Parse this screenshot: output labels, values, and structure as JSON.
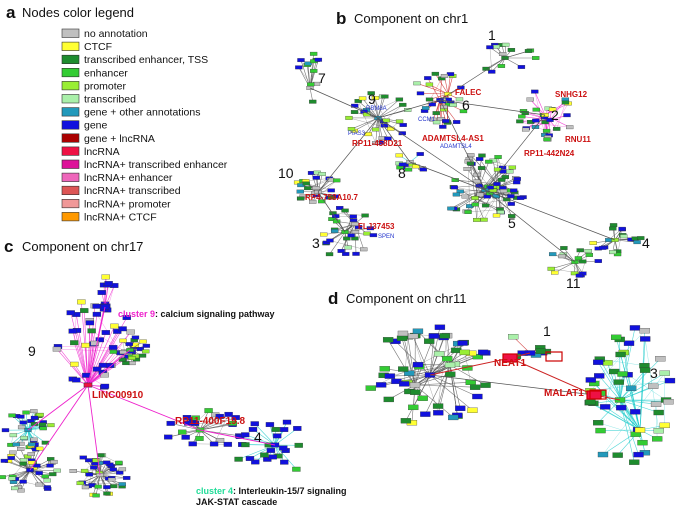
{
  "legend": {
    "letter": "a",
    "title": "Nodes color legend",
    "items": [
      {
        "label": "no annotation",
        "color": "#c0c0c0"
      },
      {
        "label": "CTCF",
        "color": "#ffff33"
      },
      {
        "label": "transcribed enhancer, TSS",
        "color": "#1e8c2e"
      },
      {
        "label": "enhancer",
        "color": "#33cc33"
      },
      {
        "label": "promoter",
        "color": "#99ee33"
      },
      {
        "label": "transcribed",
        "color": "#aaf0aa"
      },
      {
        "label": "gene + other annotations",
        "color": "#2299bb"
      },
      {
        "label": "gene",
        "color": "#1111dd"
      },
      {
        "label": "gene + lncRNA",
        "color": "#aa0000"
      },
      {
        "label": "lncRNA",
        "color": "#ee1144"
      },
      {
        "label": "lncRNA+ transcribed enhancer",
        "color": "#dd1199"
      },
      {
        "label": "lncRNA+ enhancer",
        "color": "#ee66bb"
      },
      {
        "label": "lncRNA+ transcribed",
        "color": "#dd5555"
      },
      {
        "label": "lncRNA+ promoter",
        "color": "#f09898"
      },
      {
        "label": "lncRNA+ CTCF",
        "color": "#ff9900"
      }
    ]
  },
  "panel_b": {
    "letter": "b",
    "title": "Component on chr1",
    "cluster_numbers": [
      "1",
      "2",
      "3",
      "4",
      "5",
      "6",
      "7",
      "8",
      "9",
      "10",
      "11"
    ],
    "red_labels": [
      "FALEC",
      "SNHG12",
      "ADAMTSL4-AS1",
      "RNU11",
      "RP11-458D21",
      "RP11-442N24",
      "RP4-758A10.7",
      "FLJ37453"
    ],
    "blue_labels": [
      "CCM1",
      "ADAMTSL4",
      "SPEN",
      "PIAS3",
      "RBM8A"
    ]
  },
  "panel_c": {
    "letter": "c",
    "title": "Component on chr17",
    "cluster_numbers": [
      "9",
      "4"
    ],
    "red_labels": [
      "LINC00910",
      "RP11-400F19.8"
    ],
    "annotations": {
      "cluster9_name": "cluster 9",
      "cluster9_desc": ": calcium signaling pathway",
      "cluster4_name": "cluster 4",
      "cluster4_desc": ": Interleukin-15/7 signaling",
      "cluster4_desc2": "JAK-STAT cascade"
    },
    "colors": {
      "cluster9": "#ee22cc",
      "cluster4": "#22dd99"
    }
  },
  "panel_d": {
    "letter": "d",
    "title": "Component on chr11",
    "cluster_numbers": [
      "1",
      "3"
    ],
    "red_labels": [
      "NEAT1",
      "MALAT1"
    ]
  },
  "edge_colors": {
    "grey": "#555555",
    "cyan": "#22cccc",
    "magenta": "#ee22cc",
    "red": "#cc2222",
    "green": "#22bb66"
  }
}
